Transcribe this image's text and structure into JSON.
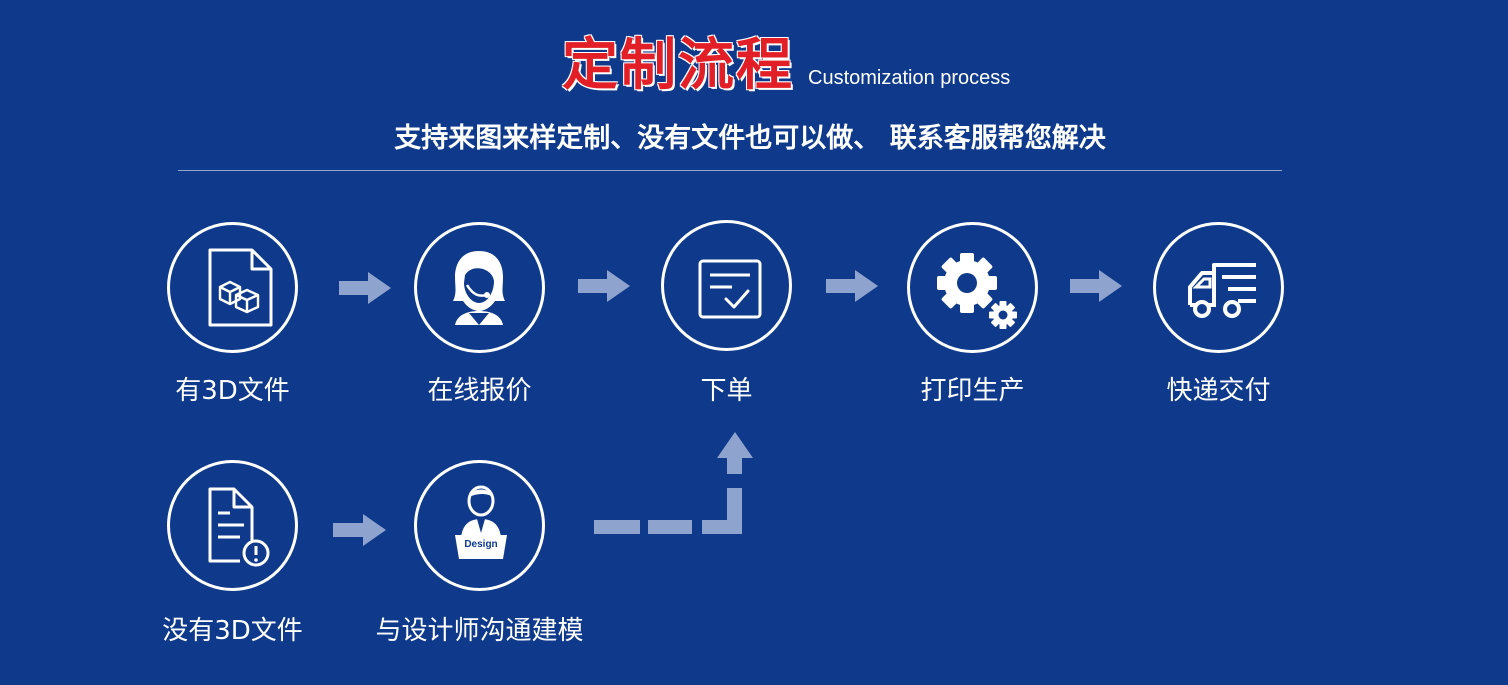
{
  "header": {
    "title": "定制流程",
    "subtitle_en": "Customization process",
    "tagline": "支持来图来样定制、没有文件也可以做、 联系客服帮您解决"
  },
  "steps": {
    "has_3d_file": "有3D文件",
    "online_quote": "在线报价",
    "place_order": "下单",
    "print_production": "打印生产",
    "express_delivery": "快递交付",
    "no_3d_file": "没有3D文件",
    "designer_modeling": "与设计师沟通建模"
  },
  "icons": {
    "has_3d_file": "cube-file-icon",
    "online_quote": "customer-service-icon",
    "place_order": "order-form-icon",
    "print_production": "gears-icon",
    "express_delivery": "truck-icon",
    "no_3d_file": "document-warning-icon",
    "designer_modeling": "designer-icon",
    "designer_badge": "Design"
  },
  "colors": {
    "background": "#0f3a8c",
    "title_red": "#e21e26",
    "arrow": "#8fa3cf"
  }
}
